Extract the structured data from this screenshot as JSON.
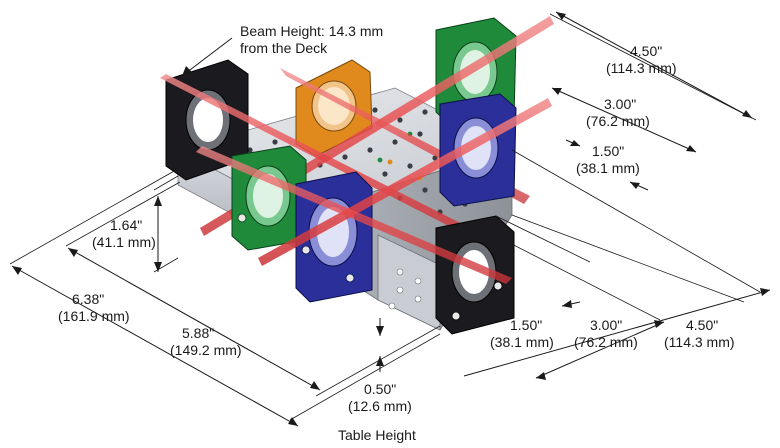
{
  "annotations": {
    "beam_height": {
      "line1": "Beam Height: 14.3 mm",
      "line2": "from the Deck"
    },
    "right_top_450": {
      "imperial": "4.50\"",
      "metric": "(114.3 mm)"
    },
    "right_top_300": {
      "imperial": "3.00\"",
      "metric": "(76.2 mm)"
    },
    "right_top_150": {
      "imperial": "1.50\"",
      "metric": "(38.1 mm)"
    },
    "left_164": {
      "imperial": "1.64\"",
      "metric": "(41.1 mm)"
    },
    "left_638": {
      "imperial": "6.38\"",
      "metric": "(161.9 mm)"
    },
    "left_588": {
      "imperial": "5.88\"",
      "metric": "(149.2 mm)"
    },
    "table_height": {
      "imperial": "0.50\"",
      "metric": "(12.6 mm)",
      "label": "Table Height"
    },
    "bottom_150": {
      "imperial": "1.50\"",
      "metric": "(38.1 mm)"
    },
    "bottom_300": {
      "imperial": "3.00\"",
      "metric": "(76.2 mm)"
    },
    "bottom_450": {
      "imperial": "4.50\"",
      "metric": "(114.3 mm)"
    }
  },
  "colors": {
    "beam": "#e8484a",
    "mount_black": "#1b1b1f",
    "mount_green": "#1e8a3a",
    "mount_blue": "#2a2f9a",
    "mount_orange": "#e08a1e",
    "deck": "#c9ccd2"
  }
}
